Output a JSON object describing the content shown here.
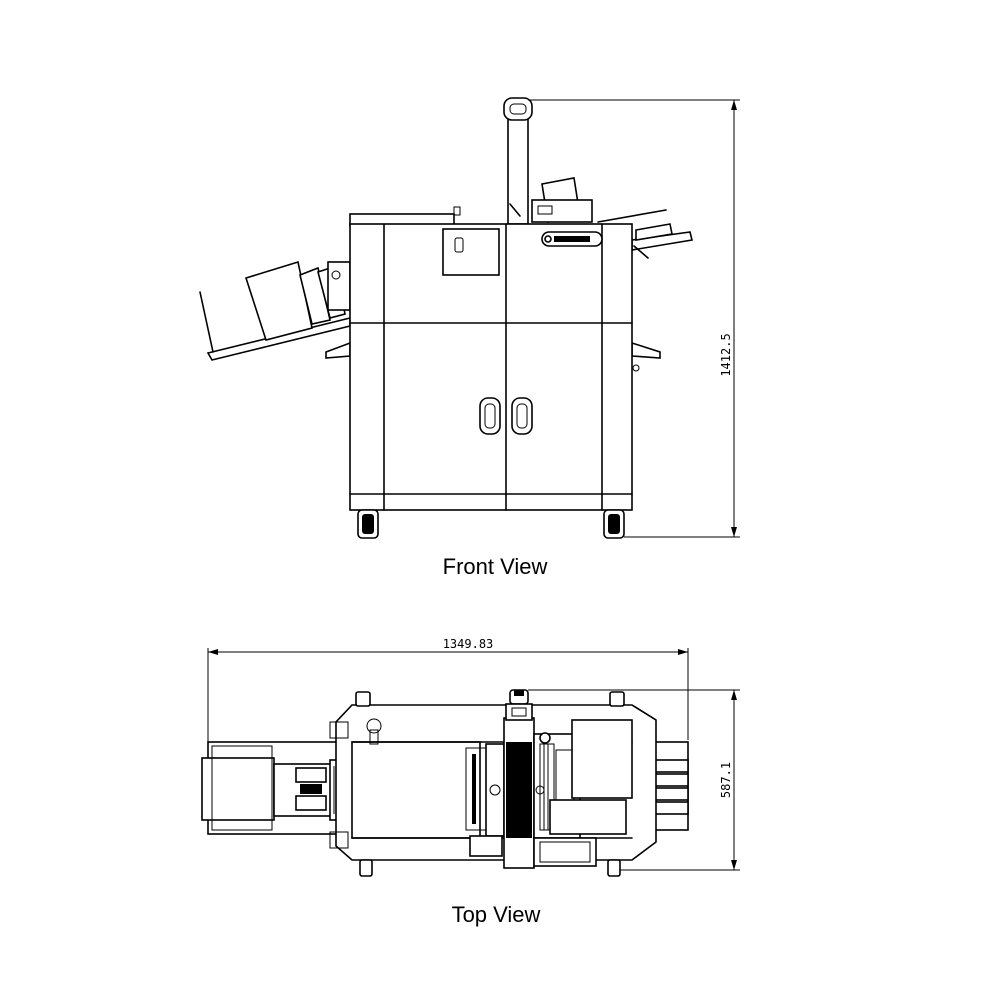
{
  "views": {
    "front": {
      "caption": "Front View",
      "height_dimension": "1412.5"
    },
    "top": {
      "caption": "Top View",
      "width_dimension": "1349.83",
      "depth_dimension": "587.1"
    }
  },
  "colors": {
    "line": "#000000",
    "background": "#ffffff"
  }
}
